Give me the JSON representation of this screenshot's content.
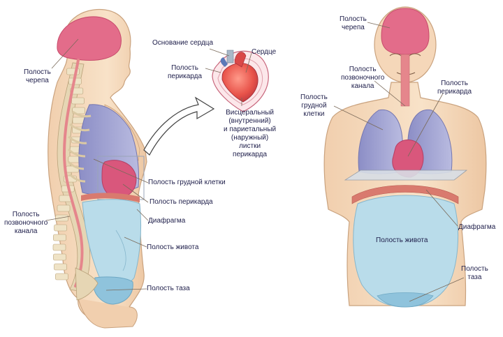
{
  "labels": {
    "left_skull": [
      "Полость",
      "черепа"
    ],
    "left_spinal": [
      "Полость",
      "позвоночного",
      "канала"
    ],
    "left_thoracic": "Полость грудной клетки",
    "left_pericardial": "Полость перикарда",
    "left_diaphragm": "Диафрагма",
    "left_abdominal": "Полость живота",
    "left_pelvic": "Полость таза",
    "heart_base": "Основание сердца",
    "heart": "Сердце",
    "heart_pericardium": [
      "Полость",
      "перикарда"
    ],
    "heart_layers": [
      "Висцеральный",
      "(внутренний)",
      "и париетальный",
      "(наружный)",
      "листки",
      "перикарда"
    ],
    "right_skull": [
      "Полость",
      "черепа"
    ],
    "right_spinal": [
      "Полость",
      "позвоночного",
      "канала"
    ],
    "right_thoracic": [
      "Полость",
      "грудной",
      "клетки"
    ],
    "right_pericardial": [
      "Полость",
      "перикарда"
    ],
    "right_diaphragm": "Диафрагма",
    "right_abdominal": "Полость живота",
    "right_pelvic": [
      "Полость",
      "таза"
    ]
  },
  "colors": {
    "skin": "#f6dcc0",
    "skin_outline": "#c9a27e",
    "cranial": "#e36c8a",
    "lung": "#9d9fcf",
    "pericardium": "#d9577c",
    "abdomen": "#b9dcea",
    "pelvis": "#8fc3dc",
    "diaphragm": "#d97a6e",
    "spine": "#e6d6b4",
    "cord": "#e5868c",
    "text": "#1e1e4a",
    "leader": "#7a6a5a"
  }
}
